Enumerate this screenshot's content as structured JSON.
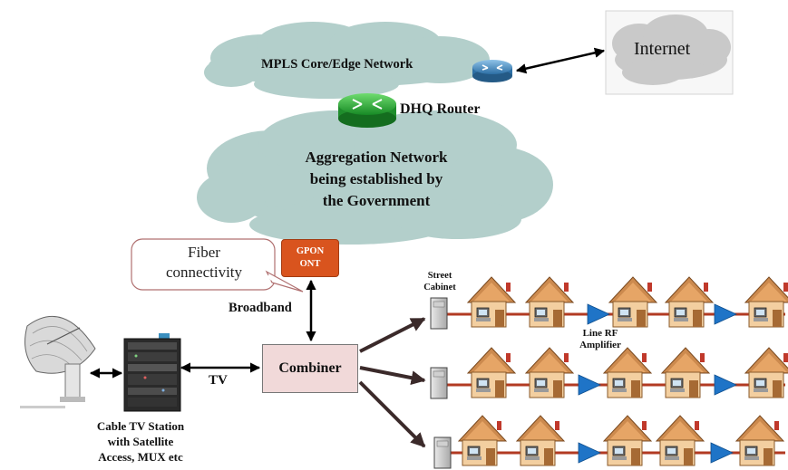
{
  "labels": {
    "internet": "Internet",
    "mpls": "MPLS Core/Edge Network",
    "dhq_router": "DHQ Router",
    "aggregation": [
      "Aggregation Network",
      "being established by",
      "the Government"
    ],
    "gpon": [
      "GPON",
      "ONT"
    ],
    "fiber_callout": [
      "Fiber",
      "connectivity"
    ],
    "broadband": "Broadband",
    "combiner": "Combiner",
    "tv": "TV",
    "street_cabinet": [
      "Street",
      "Cabinet"
    ],
    "line_rf_amplifier": [
      "Line RF",
      "Amplifier"
    ],
    "cable_tv_station": [
      "Cable TV Station",
      "with Satellite",
      "Access, MUX etc"
    ]
  },
  "colors": {
    "cloud": "#b3cfcb",
    "internet_cloud": "#c9c9c9",
    "router_blue": "#4b95c9",
    "router_green": "#2fa83c",
    "gpon": "#d9541e",
    "combiner_fill": "#f1d9d9",
    "feeder_arrow": "#3b2a2a",
    "coax_line": "#b23a22",
    "amplifier": "#1f74c7",
    "house_wall": "#f3cfa0",
    "house_roof": "#cc8a4e"
  },
  "icons": [
    "satellite-dish-icon",
    "cable-tv-station-icon",
    "router-icon",
    "street-cabinet-icon",
    "house-icon",
    "computer-icon",
    "amplifier-icon"
  ]
}
